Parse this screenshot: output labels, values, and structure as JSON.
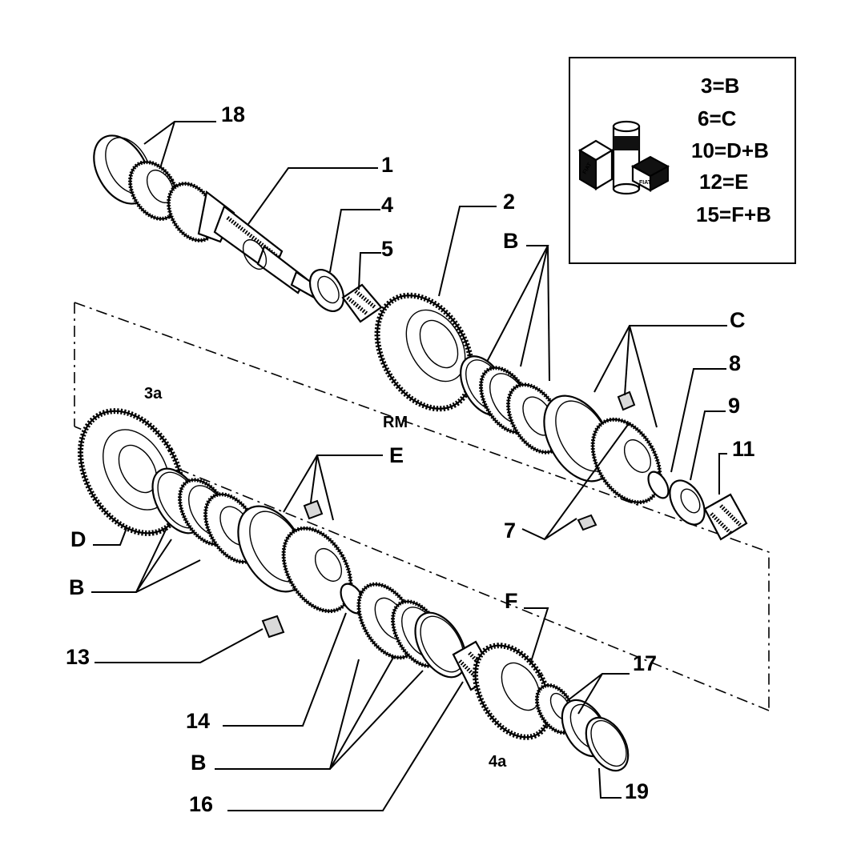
{
  "callouts": {
    "c1": "1",
    "c2": "2",
    "c3a": "3a",
    "c4": "4",
    "c4a": "4a",
    "c5": "5",
    "c7": "7",
    "c8": "8",
    "c9": "9",
    "c11": "11",
    "c13": "13",
    "c14": "14",
    "c16": "16",
    "c17": "17",
    "c18": "18",
    "c19": "19",
    "cB1": "B",
    "cB2": "B",
    "cB3": "B",
    "cC": "C",
    "cD": "D",
    "cE": "E",
    "cF": "F",
    "cRM": "RM"
  },
  "legend": {
    "rows": [
      "3=B",
      "6=C",
      "10=D+B",
      "12=E",
      "15=F+B"
    ],
    "product_labels": [
      "FIAT",
      "FIAT",
      "FIAT"
    ]
  }
}
